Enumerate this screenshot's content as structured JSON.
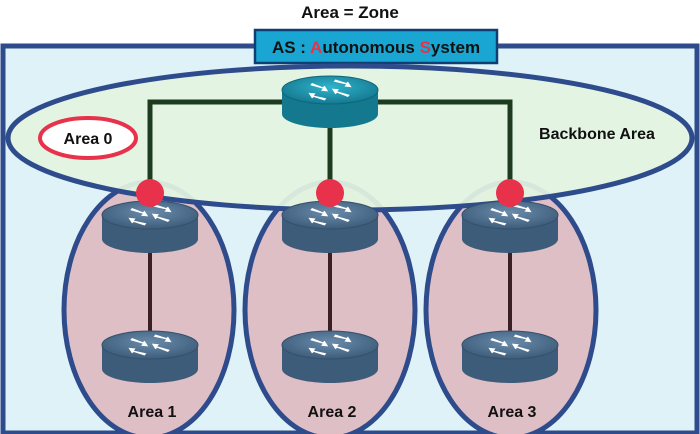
{
  "title": "Area = Zone",
  "as_box": {
    "prefix": "AS : ",
    "word1_initial": "A",
    "word1_rest": "utonomous ",
    "word2_initial": "S",
    "word2_rest": "ystem"
  },
  "backbone": {
    "label": "Backbone Area",
    "area_label": "Area 0"
  },
  "areas": [
    {
      "label": "Area 1"
    },
    {
      "label": "Area 2"
    },
    {
      "label": "Area 3"
    }
  ],
  "colors": {
    "as_border": "#2e4b8c",
    "as_fill": "#dff2f7",
    "as_box_fill": "#19a6d3",
    "backbone_fill": "#e3f4e1",
    "area_fill": "#dfbfc6",
    "router_backbone": "#1c93ad",
    "router_area": "#4d6f8f",
    "abr_dot": "#e8314a",
    "link": "#1f3b1f",
    "accent_red": "#e8314a"
  }
}
